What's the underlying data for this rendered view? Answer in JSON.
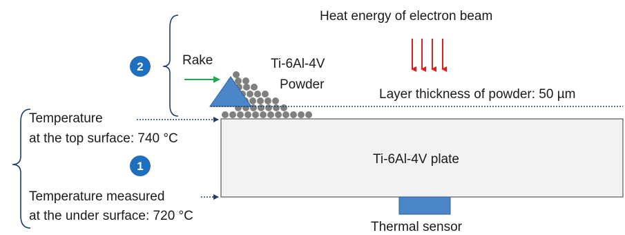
{
  "labels": {
    "heat_energy": "Heat energy of electron beam",
    "rake": "Rake",
    "powder_line1": "Ti-6Al-4V",
    "powder_line2": "Powder",
    "layer_thickness": "Layer thickness of powder: 50 µm",
    "top_temp_line1": "Temperature",
    "top_temp_line2": "at the top surface: 740 °C",
    "plate": "Ti-6Al-4V plate",
    "under_temp_line1": "Temperature measured",
    "under_temp_line2": "at the under surface: 720 °C",
    "sensor": "Thermal sensor"
  },
  "badges": {
    "step1": "1",
    "step2": "2"
  },
  "colors": {
    "badge": "#1f6fbf",
    "rake": "#4a86c8",
    "sensor": "#4a86c8",
    "plate_fill": "#f2f2f2",
    "powder": "#7f7f7f",
    "beam": "#e02020",
    "rake_arrow": "#1fa84f",
    "dotted": "#1f3a6b"
  }
}
